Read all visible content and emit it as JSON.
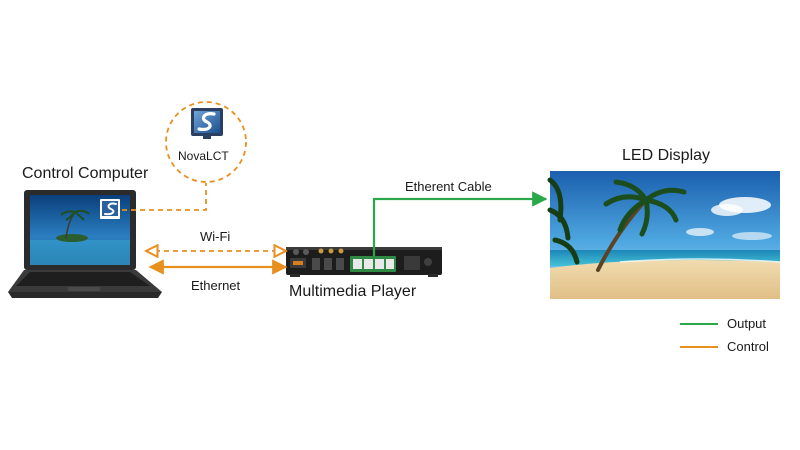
{
  "labels": {
    "control_computer": "Control Computer",
    "software": "NovaLCT",
    "wifi": "Wi-Fi",
    "ethernet": "Ethernet",
    "multimedia_player": "Multimedia Player",
    "cable": "Etherent Cable",
    "led_display": "LED Display"
  },
  "legend": [
    {
      "label": "Output",
      "color": "#2aa84a"
    },
    {
      "label": "Control",
      "color": "#e8901e"
    }
  ],
  "colors": {
    "output": "#2aa84a",
    "control": "#e8901e"
  },
  "icons": {
    "software": "novalct-logo-icon",
    "laptop": "laptop-icon",
    "player": "multimedia-player-box-icon",
    "display": "led-display-beach-icon"
  }
}
